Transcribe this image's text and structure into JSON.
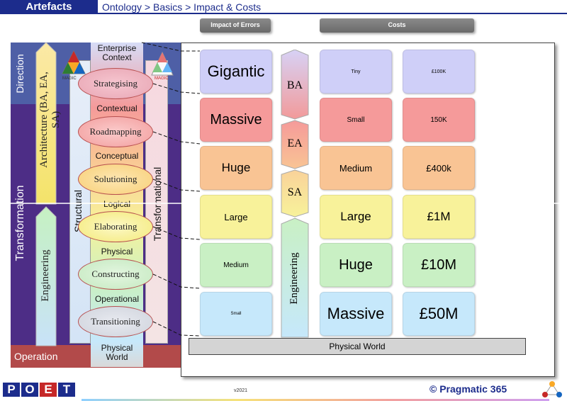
{
  "header": {
    "section": "Artefacts",
    "breadcrumb": "Ontology > Basics > Impact & Costs"
  },
  "columns": {
    "impact": "Impact of Errors",
    "costs": "Costs"
  },
  "bands": {
    "direction": "Direction",
    "transformation": "Transformation",
    "operation": "Operation"
  },
  "left_arrows": {
    "architecture": "Architecture (BA, EA, SA)",
    "engineering": "Engineering",
    "structural": "Structural",
    "transformational": "Transformational",
    "magic": "MAGIC"
  },
  "levels": {
    "top": "Enterprise Context",
    "contextual": "Contextual",
    "conceptual": "Conceptual",
    "logical": "Logical",
    "physical": "Physical",
    "operational": "Operational",
    "bottom": "Physical World"
  },
  "activities": [
    "Strategising",
    "Roadmapping",
    "Solutioning",
    "Elaborating",
    "Constructing",
    "Transitioning"
  ],
  "middle_arrows": {
    "ba": "BA",
    "ea": "EA",
    "sa": "SA",
    "engineering": "Engineering"
  },
  "impact_rows": [
    "Gigantic",
    "Massive",
    "Huge",
    "Large",
    "Medium",
    "Small"
  ],
  "cost_rows": [
    "Tiny",
    "Small",
    "Medium",
    "Large",
    "Huge",
    "Massive"
  ],
  "money_rows": [
    "£100K",
    "150K",
    "£400k",
    "£1M",
    "£10M",
    "£50M"
  ],
  "physical_world": "Physical World",
  "footer": {
    "version": "v2021",
    "copyright": "© Pragmatic 365"
  },
  "logo_letters": [
    "P",
    "O",
    "E",
    "T"
  ],
  "colors": {
    "row1": "#cfcff8",
    "row2": "#f59a9a",
    "row3": "#f9c494",
    "row4": "#f8f29a",
    "row5": "#c9f0c4",
    "row6": "#c6e8fb",
    "header_blue": "#1c2c8c"
  }
}
